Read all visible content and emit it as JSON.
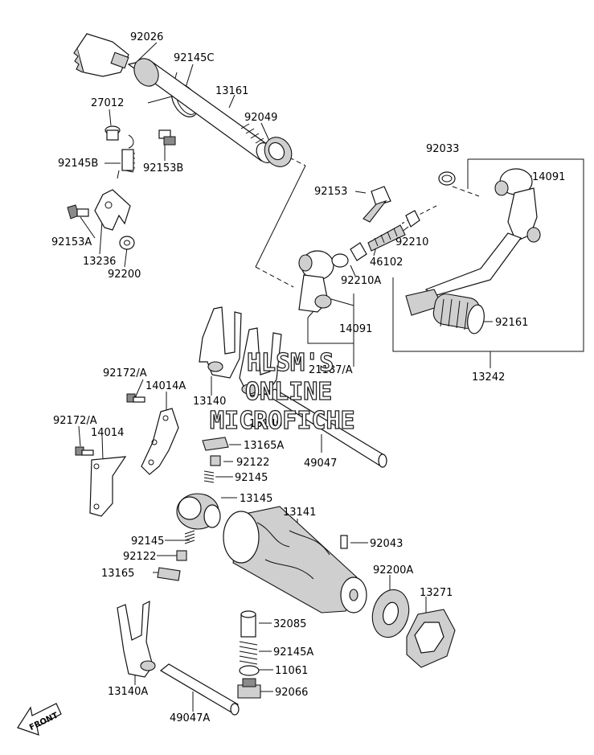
{
  "diagram": {
    "parts": {
      "p92026": "92026",
      "p92145C": "92145C",
      "p13161": "13161",
      "p27012": "27012",
      "p92049": "92049",
      "p92145B": "92145B",
      "p92153B": "92153B",
      "p92033": "92033",
      "p14091_top": "14091",
      "p92153": "92153",
      "p92210": "92210",
      "p92153A": "92153A",
      "p46102": "46102",
      "p13236": "13236",
      "p92200": "92200",
      "p92210A": "92210A",
      "p14091_mid": "14091",
      "p92161": "92161",
      "p21187A": "21187/A",
      "p13242": "13242",
      "p92172A_1": "92172/A",
      "p14014A": "14014A",
      "p13140": "13140",
      "p13140_2": "13140",
      "p92172A_2": "92172/A",
      "p14014": "14014",
      "p13165A": "13165A",
      "p49047": "49047",
      "p92122_top": "92122",
      "p92145_top": "92145",
      "p13145": "13145",
      "p13141": "13141",
      "p92145_low": "92145",
      "p92043": "92043",
      "p92122_low": "92122",
      "p13165": "13165",
      "p92200A": "92200A",
      "p13271": "13271",
      "p32085": "32085",
      "p92145A": "92145A",
      "p11061": "11061",
      "p13140A": "13140A",
      "p92066": "92066",
      "p49047A": "49047A"
    },
    "watermark": [
      "HLSM'S",
      "ONLINE",
      "MICROFICHE"
    ],
    "front_label": "FRONT"
  }
}
